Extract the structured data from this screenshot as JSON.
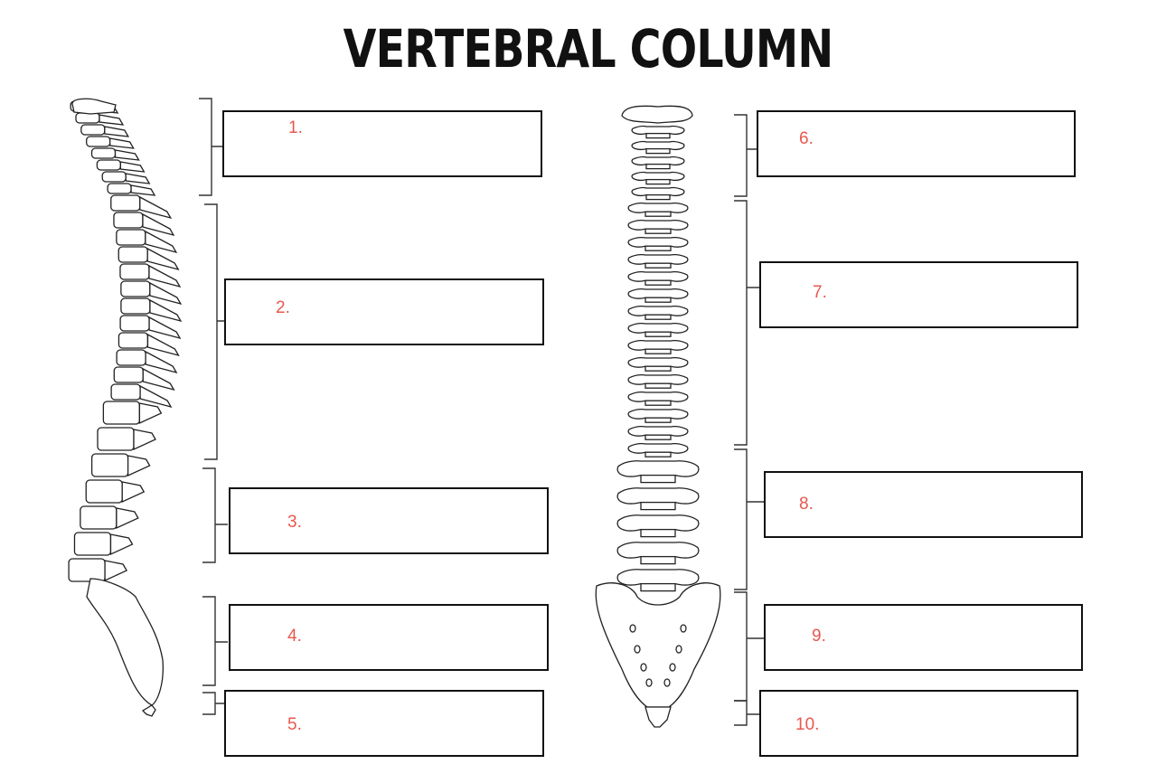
{
  "title": "VERTEBRAL COLUMN",
  "labels": [
    {
      "number": "1."
    },
    {
      "number": "2."
    },
    {
      "number": "3."
    },
    {
      "number": "4."
    },
    {
      "number": "5."
    },
    {
      "number": "6."
    },
    {
      "number": "7."
    },
    {
      "number": "8."
    },
    {
      "number": "9."
    },
    {
      "number": "10."
    }
  ],
  "colors": {
    "number_text": "#e8584f",
    "outline": "#111111"
  }
}
